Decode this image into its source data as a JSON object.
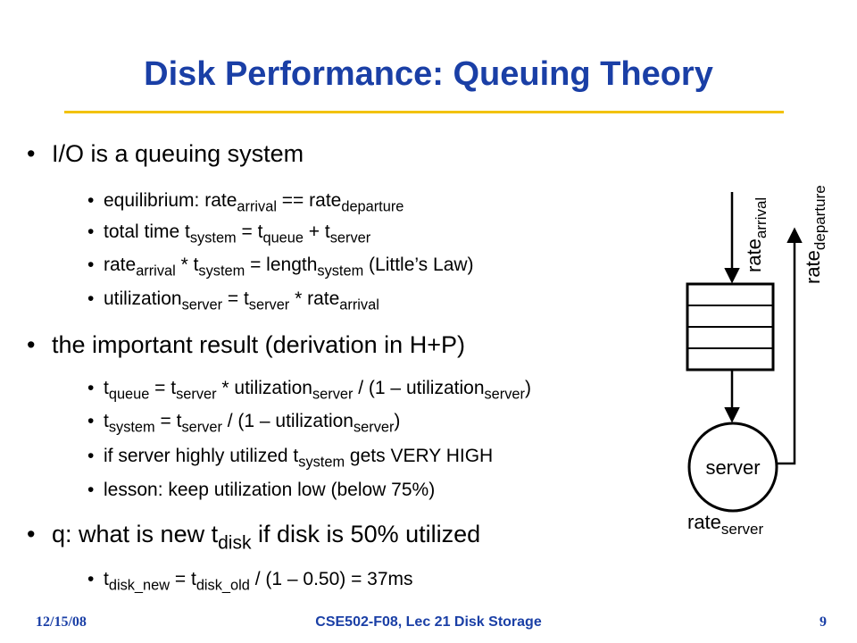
{
  "title": "Disk Performance: Queuing Theory",
  "bullets": {
    "b1": "I/O is a queuing system",
    "b1_1": {
      "a": "equilibrium: rate",
      "a_sub": "arrival",
      "b": " == rate",
      "b_sub": "departure"
    },
    "b1_2": {
      "a": "total time t",
      "a_sub": "system",
      "b": " = t",
      "b_sub": "queue",
      "c": " + t",
      "c_sub": "server"
    },
    "b1_3": {
      "a": "rate",
      "a_sub": "arrival",
      "b": " * t",
      "b_sub": "system",
      "c": " = length",
      "c_sub": "system",
      "d": " (Little’s Law)"
    },
    "b1_4": {
      "a": "utilization",
      "a_sub": "server",
      "b": " = t",
      "b_sub": "server",
      "c": " * rate",
      "c_sub": "arrival"
    },
    "b2": "the important result (derivation in H+P)",
    "b2_1": {
      "a": "t",
      "a_sub": "queue",
      "b": " = t",
      "b_sub": "server",
      "c": " * utilization",
      "c_sub": "server",
      "d": " / (1 – utilization",
      "d_sub": "server",
      "e": ")"
    },
    "b2_2": {
      "a": "t",
      "a_sub": "system",
      "b": " = t",
      "b_sub": "server",
      "c": " / (1 – utilization",
      "c_sub": "server",
      "d": ")"
    },
    "b2_3": {
      "a": "if server highly utilized t",
      "a_sub": "system",
      "b": " gets VERY HIGH"
    },
    "b2_4": "lesson: keep utilization low (below 75%)",
    "b3": {
      "a": "q: what is new t",
      "a_sub": "disk",
      "b": " if disk is 50% utilized"
    },
    "b3_1": {
      "a": "t",
      "a_sub": "disk_new",
      "b": " = t",
      "b_sub": "disk_old",
      "c": " / (1 – 0.50) = 37ms"
    }
  },
  "diagram": {
    "server_label": "server",
    "rate_word": "rate",
    "arrival_sub": "arrival",
    "departure_sub": "departure",
    "server_sub": "server"
  },
  "footer": {
    "date": "12/15/08",
    "course": "CSE502-F08, Lec 21 Disk Storage",
    "page": "9"
  },
  "colors": {
    "title": "#1a3fa6",
    "rule": "#f2c200"
  }
}
